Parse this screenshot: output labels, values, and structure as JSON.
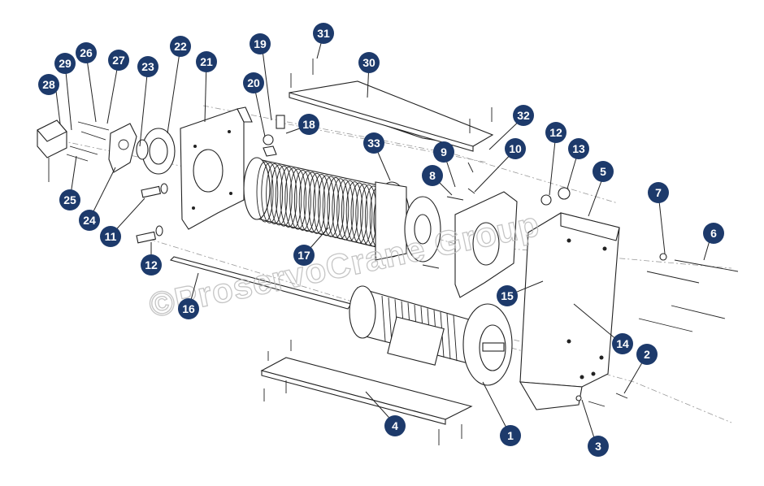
{
  "watermark": "©ProservoCrane Group",
  "callouts": [
    {
      "id": "1",
      "label": "1"
    },
    {
      "id": "2",
      "label": "2"
    },
    {
      "id": "3",
      "label": "3"
    },
    {
      "id": "4",
      "label": "4"
    },
    {
      "id": "5",
      "label": "5"
    },
    {
      "id": "6",
      "label": "6"
    },
    {
      "id": "7",
      "label": "7"
    },
    {
      "id": "8",
      "label": "8"
    },
    {
      "id": "9",
      "label": "9"
    },
    {
      "id": "10",
      "label": "10"
    },
    {
      "id": "11",
      "label": "11"
    },
    {
      "id": "12a",
      "label": "12"
    },
    {
      "id": "12b",
      "label": "12"
    },
    {
      "id": "13",
      "label": "13"
    },
    {
      "id": "14",
      "label": "14"
    },
    {
      "id": "15",
      "label": "15"
    },
    {
      "id": "16",
      "label": "16"
    },
    {
      "id": "17",
      "label": "17"
    },
    {
      "id": "18",
      "label": "18"
    },
    {
      "id": "19",
      "label": "19"
    },
    {
      "id": "20",
      "label": "20"
    },
    {
      "id": "21",
      "label": "21"
    },
    {
      "id": "22",
      "label": "22"
    },
    {
      "id": "23",
      "label": "23"
    },
    {
      "id": "24",
      "label": "24"
    },
    {
      "id": "25",
      "label": "25"
    },
    {
      "id": "26",
      "label": "26"
    },
    {
      "id": "27",
      "label": "27"
    },
    {
      "id": "28",
      "label": "28"
    },
    {
      "id": "29",
      "label": "29"
    },
    {
      "id": "30",
      "label": "30"
    },
    {
      "id": "31",
      "label": "31"
    },
    {
      "id": "32",
      "label": "32"
    },
    {
      "id": "33",
      "label": "33"
    }
  ]
}
